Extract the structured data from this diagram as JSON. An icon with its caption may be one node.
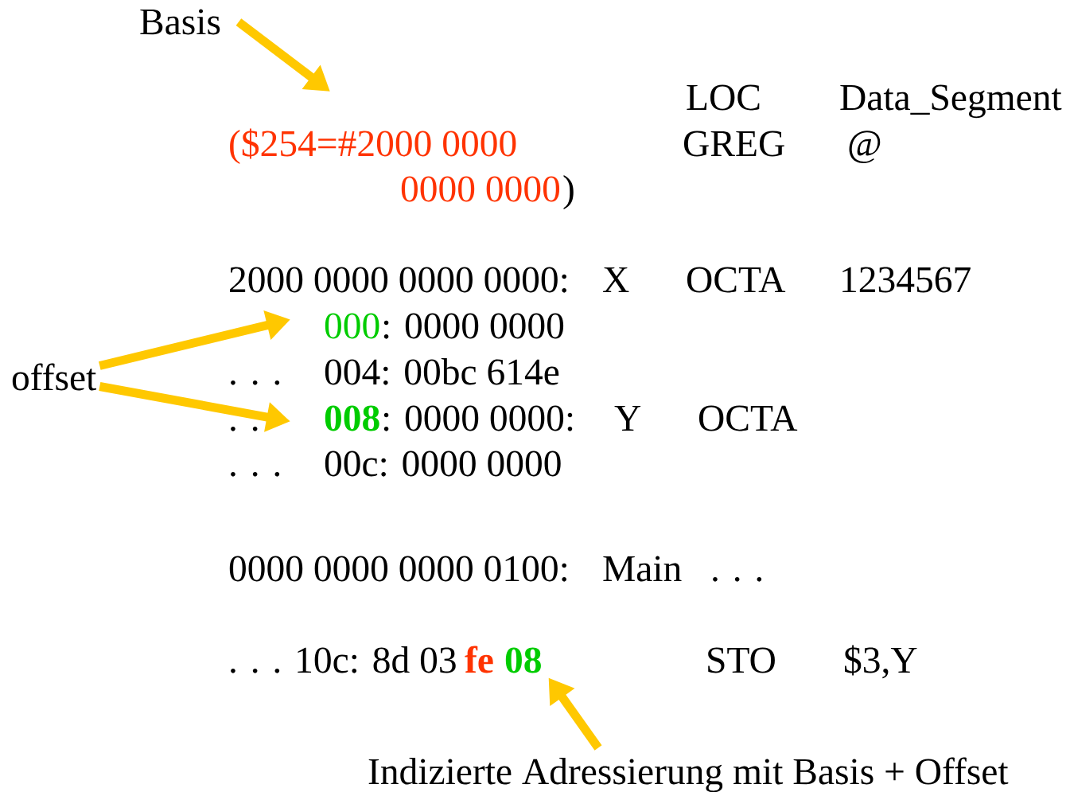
{
  "diagram": {
    "nodes": [
      {
        "text": [
          "Basis"
        ]
      },
      {
        "text": [
          "offset"
        ]
      },
      {
        "text": [
          "000"
        ]
      },
      {
        "text": [
          "008"
        ]
      },
      {
        "text": [
          "08"
        ]
      },
      {
        "text": [
          "Indizierte Adressierung mit Basis + Offset"
        ]
      }
    ],
    "edges": [
      {
        "from": 0,
        "to": null,
        "arrow": "to"
      },
      {
        "from": 1,
        "to": 2,
        "arrow": "to"
      },
      {
        "from": 1,
        "to": 3,
        "arrow": "to"
      },
      {
        "from": 5,
        "to": 4,
        "arrow": "to"
      }
    ],
    "labels": [
      "LOC",
      "Data_Segment",
      "($254=#2000 0000",
      "GREG",
      "@",
      "0000 0000",
      ")",
      "2000 0000 0000 0000:",
      "X",
      "OCTA",
      "1234567",
      ": 0000 0000",
      ". . .",
      "004: 00bc 614e",
      ". .",
      ": 0000 0000:",
      "Y",
      "OCTA",
      ". . .",
      "00c: 0000 0000",
      "0000 0000 0000 0100:",
      "Main",
      ". . .",
      ". . . 10c: 8d 03",
      "fe",
      "STO",
      "$3,Y"
    ]
  }
}
